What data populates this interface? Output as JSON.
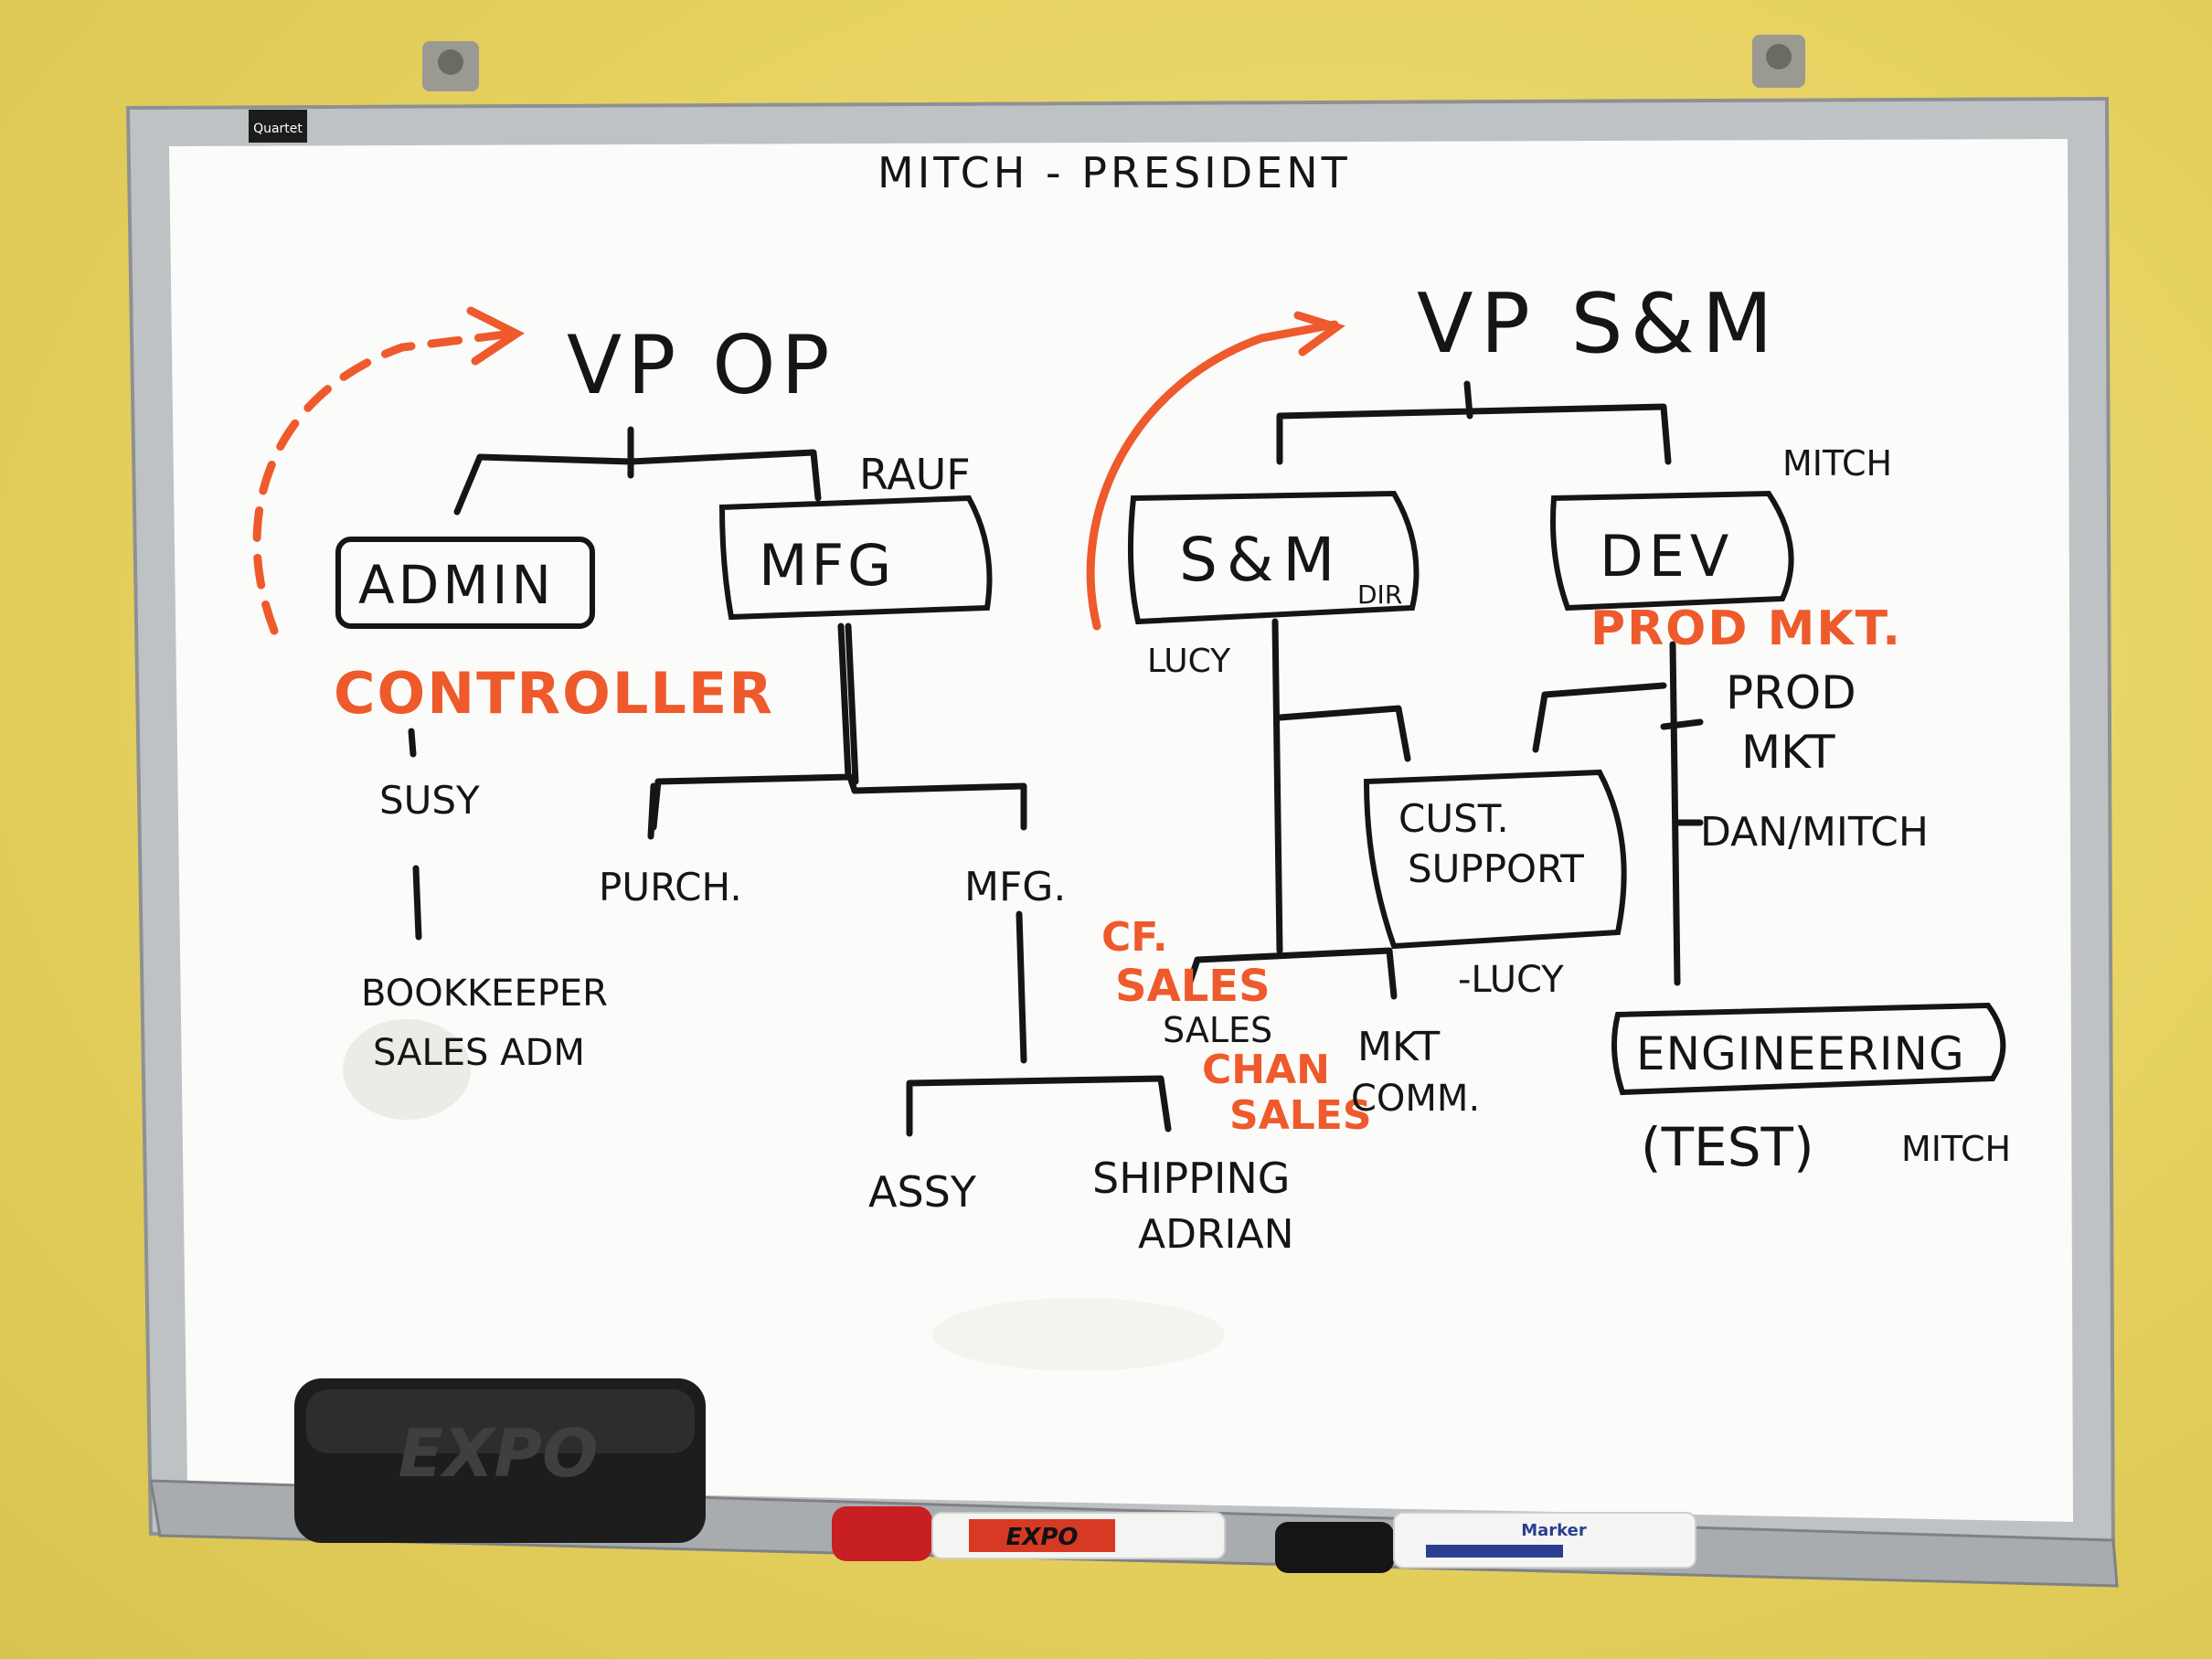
{
  "board": {
    "brand": "Quartet",
    "title": "MITCH - PRESIDENT"
  },
  "left": {
    "vp": "VP OP",
    "admin": "ADMIN",
    "mfg": "MFG",
    "mfg_lead": "RAUF",
    "controller": "CONTROLLER",
    "controller_name": "SUSY",
    "bookkeeper": "BOOKKEEPER",
    "sales_admin": "SALES ADM",
    "purch": "PURCH.",
    "mfg_sub": "MFG.",
    "assy": "ASSY",
    "shipping": "SHIPPING",
    "shipping_name": "ADRIAN"
  },
  "right": {
    "vp": "VP S&M",
    "sm": "S&M",
    "sm_dir": "DIR",
    "sm_name": "LUCY",
    "dev": "DEV",
    "dev_name": "MITCH",
    "prod_mkt_orange": "PROD MKT.",
    "cust_support_1": "CUST.",
    "cust_support_2": "SUPPORT",
    "prod_mkt_1": "PROD",
    "prod_mkt_2": "MKT",
    "dan_mitch": "DAN/MITCH",
    "cf_sales_1": "CF.",
    "cf_sales_2": "SALES",
    "sales": "SALES",
    "chan_sales_1": "CHAN",
    "chan_sales_2": "SALES",
    "mkt_comm_1": "MKT",
    "mkt_comm_2": "COMM.",
    "lucy_dash": "-LUCY",
    "engineering": "ENGINEERING",
    "test": "(TEST)",
    "eng_name": "MITCH"
  },
  "tray": {
    "eraser_brand": "EXPO",
    "red_marker_brand": "EXPO",
    "black_marker_brand": "Marker"
  },
  "colors": {
    "wall": "#e8d66a",
    "board": "#ffffff",
    "frame": "#b9bcbf",
    "ink_black": "#151515",
    "ink_orange": "#ee5a2c"
  }
}
